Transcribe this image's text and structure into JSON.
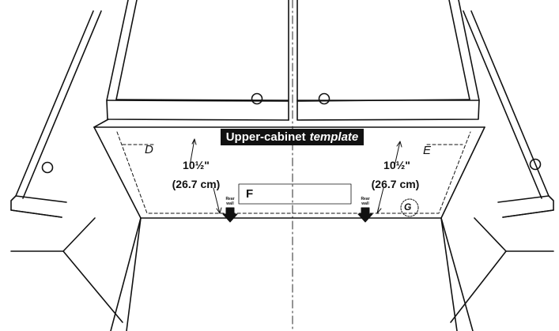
{
  "template": {
    "title_left": "Upper-cabinet",
    "title_right": "template"
  },
  "labels": {
    "D": "D",
    "E": "E",
    "F": "F",
    "G": "G"
  },
  "dimensions": {
    "left_in": "10½\"",
    "left_cm": "(26.7 cm)",
    "right_in": "10½\"",
    "right_cm": "(26.7 cm)"
  },
  "arrows": {
    "left_text_1": "Rear",
    "left_text_2": "wall",
    "right_text_1": "Rear",
    "right_text_2": "wall"
  }
}
